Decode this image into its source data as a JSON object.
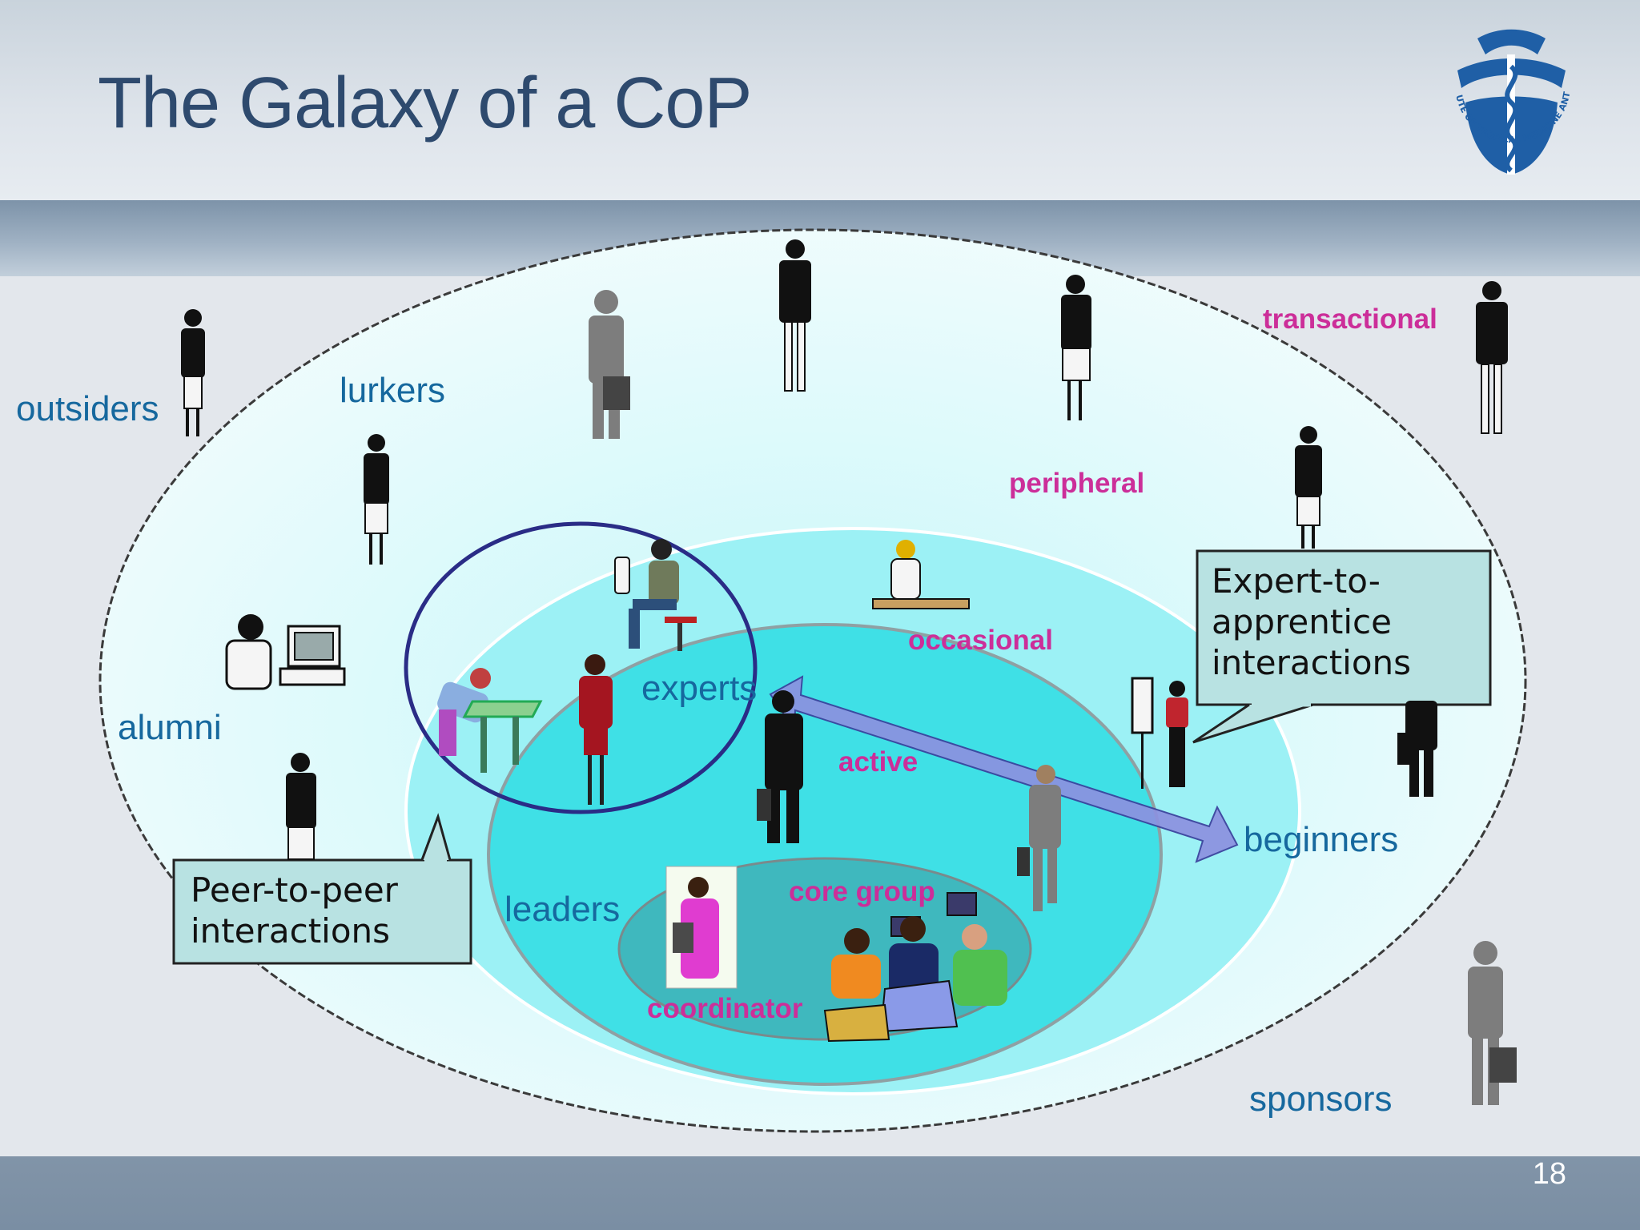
{
  "slide": {
    "title": "The Galaxy of a CoP",
    "page_number": "18"
  },
  "labels": {
    "outsiders": "outsiders",
    "lurkers": "lurkers",
    "alumni": "alumni",
    "experts": "experts",
    "leaders": "leaders",
    "beginners": "beginners",
    "sponsors": "sponsors",
    "transactional": "transactional",
    "peripheral": "peripheral",
    "occasional": "occasional",
    "active": "active",
    "core_group": "core group",
    "coordinator": "coordinator"
  },
  "callouts": {
    "peer_to_peer": [
      "Peer-to-peer",
      "interactions"
    ],
    "expert_to_apprentice": [
      "Expert-to-",
      "apprentice",
      "interactions"
    ]
  },
  "logo": {
    "text": "INSTITUTE OF TROPICAL MEDICINE ANTWERP"
  },
  "colors": {
    "title": "#2e4a6e",
    "role_label": "#16689e",
    "level_label": "#cc2e99",
    "outer_ellipse": "#eefbfd",
    "peripheral_zone": "#9cf1f5",
    "active_zone": "#3fe0e6",
    "core_zone": "#3fb8be",
    "expert_circle": "#2a2c86",
    "arrow": "#8c91e0",
    "callout_fill": "#b8e2e2"
  }
}
